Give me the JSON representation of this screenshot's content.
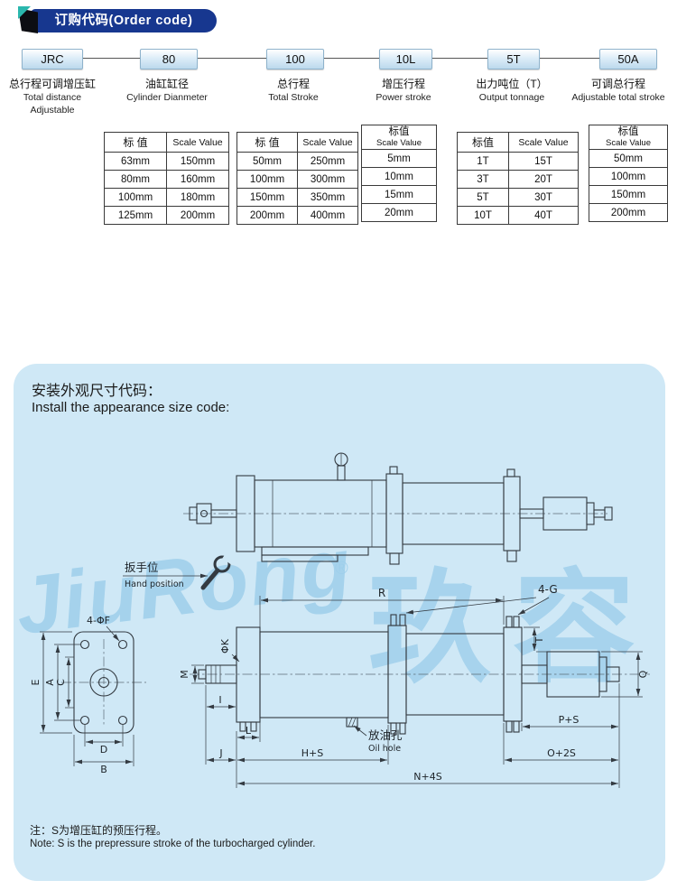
{
  "header": {
    "badge": "订购代码(Order code)"
  },
  "code_row": {
    "codes": [
      "JRC",
      "80",
      "100",
      "10L",
      "5T",
      "50A"
    ]
  },
  "segments": [
    {
      "cn": "总行程可调增压缸",
      "en": "Total distance",
      "en2": "Adjustable"
    },
    {
      "cn": "油缸缸径",
      "en": "Cylinder Dianmeter"
    },
    {
      "cn": "总行程",
      "en": "Total Stroke"
    },
    {
      "cn": "增压行程",
      "en": "Power stroke"
    },
    {
      "cn": "出力吨位（T）",
      "en": "Output tonnage"
    },
    {
      "cn": "可调总行程",
      "en": "Adjustable total stroke"
    }
  ],
  "tables": {
    "bore": {
      "h_cn": "标 值",
      "h_en": "Scale Value",
      "rows": [
        [
          "63mm",
          "150mm"
        ],
        [
          "80mm",
          "160mm"
        ],
        [
          "100mm",
          "180mm"
        ],
        [
          "125mm",
          "200mm"
        ]
      ]
    },
    "stroke": {
      "h_cn": "标 值",
      "h_en": "Scale Value",
      "rows": [
        [
          "50mm",
          "250mm"
        ],
        [
          "100mm",
          "300mm"
        ],
        [
          "150mm",
          "350mm"
        ],
        [
          "200mm",
          "400mm"
        ]
      ]
    },
    "power": {
      "h_cn": "标值",
      "h_en": "Scale Value",
      "rows": [
        "5mm",
        "10mm",
        "15mm",
        "20mm"
      ]
    },
    "tonnage": {
      "h_cn": "标值",
      "h_en": "Scale Value",
      "rows": [
        [
          "1T",
          "15T"
        ],
        [
          "3T",
          "20T"
        ],
        [
          "5T",
          "30T"
        ],
        [
          "10T",
          "40T"
        ]
      ]
    },
    "adjustable": {
      "h_cn": "标值",
      "h_en": "Scale Value",
      "rows": [
        "50mm",
        "100mm",
        "150mm",
        "200mm"
      ]
    }
  },
  "install": {
    "title_cn": "安装外观尺寸代码：",
    "title_en": "Install the appearance size code:",
    "note_cn": "注：S为增压缸的预压行程。",
    "note_en": "Note: S is the prepressure stroke of the turbocharged cylinder."
  },
  "drawing": {
    "labels": {
      "hand_cn": "扳手位",
      "hand_en": "Hand position",
      "r": "R",
      "four_g": "4-G",
      "t": "T",
      "q": "Q",
      "four_f": "4-ΦF",
      "k": "ΦK",
      "m": "M",
      "i": "I",
      "e": "E",
      "a": "A",
      "c": "C",
      "d": "D",
      "b": "B",
      "l": "L",
      "j": "J",
      "hs": "H+S",
      "ps": "P+S",
      "o2s": "O+2S",
      "n4s": "N+4S",
      "oil_cn": "放油孔",
      "oil_en": "Oil hole"
    }
  },
  "watermark": {
    "script": "JiuRong",
    "cjk": "玖容",
    "reg": "®"
  },
  "colors": {
    "navy": "#17378f",
    "teal": "#2ab7ad",
    "panel_blue": "#cfe8f6",
    "watermark_blue": "#9ecfeb"
  }
}
